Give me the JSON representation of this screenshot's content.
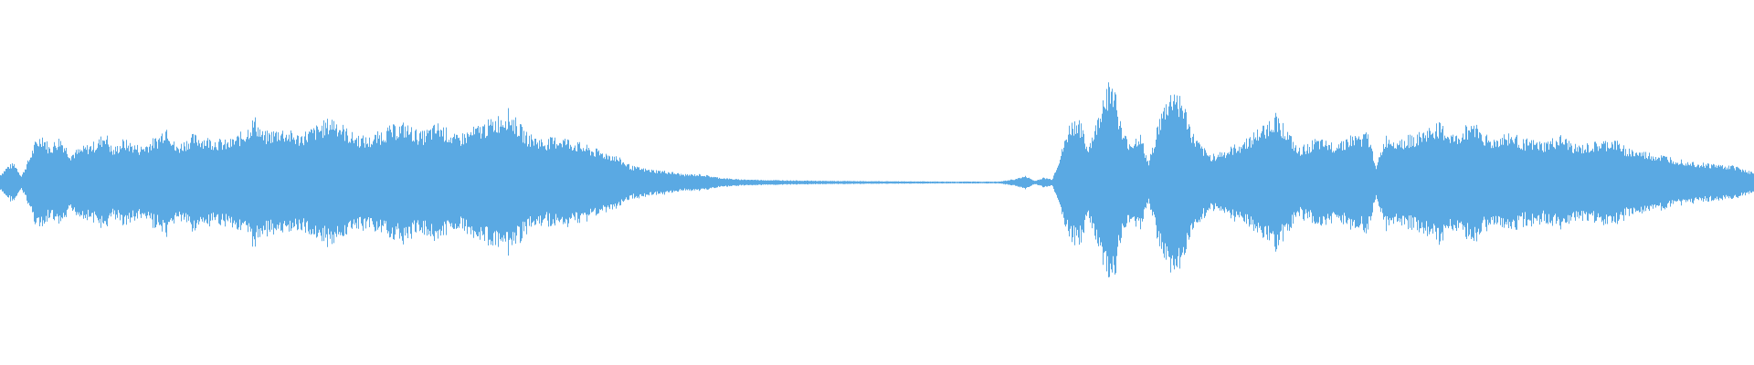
{
  "waveform": {
    "color": "#5aa9e3",
    "background": "#ffffff",
    "amplitude_envelope": [
      [
        0.0,
        0.05
      ],
      [
        0.004,
        0.1
      ],
      [
        0.008,
        0.12
      ],
      [
        0.012,
        0.04
      ],
      [
        0.016,
        0.14
      ],
      [
        0.02,
        0.25
      ],
      [
        0.024,
        0.3
      ],
      [
        0.028,
        0.22
      ],
      [
        0.034,
        0.28
      ],
      [
        0.04,
        0.18
      ],
      [
        0.048,
        0.22
      ],
      [
        0.055,
        0.25
      ],
      [
        0.06,
        0.31
      ],
      [
        0.064,
        0.2
      ],
      [
        0.07,
        0.26
      ],
      [
        0.08,
        0.22
      ],
      [
        0.09,
        0.28
      ],
      [
        0.095,
        0.36
      ],
      [
        0.1,
        0.22
      ],
      [
        0.11,
        0.29
      ],
      [
        0.12,
        0.27
      ],
      [
        0.13,
        0.25
      ],
      [
        0.14,
        0.32
      ],
      [
        0.145,
        0.4
      ],
      [
        0.15,
        0.3
      ],
      [
        0.16,
        0.33
      ],
      [
        0.17,
        0.29
      ],
      [
        0.18,
        0.34
      ],
      [
        0.19,
        0.4
      ],
      [
        0.2,
        0.3
      ],
      [
        0.21,
        0.27
      ],
      [
        0.22,
        0.33
      ],
      [
        0.23,
        0.36
      ],
      [
        0.24,
        0.3
      ],
      [
        0.25,
        0.36
      ],
      [
        0.26,
        0.28
      ],
      [
        0.27,
        0.33
      ],
      [
        0.28,
        0.38
      ],
      [
        0.29,
        0.44
      ],
      [
        0.3,
        0.3
      ],
      [
        0.31,
        0.26
      ],
      [
        0.32,
        0.28
      ],
      [
        0.33,
        0.24
      ],
      [
        0.34,
        0.2
      ],
      [
        0.35,
        0.17
      ],
      [
        0.36,
        0.1
      ],
      [
        0.37,
        0.08
      ],
      [
        0.38,
        0.07
      ],
      [
        0.39,
        0.05
      ],
      [
        0.4,
        0.05
      ],
      [
        0.41,
        0.03
      ],
      [
        0.42,
        0.02
      ],
      [
        0.44,
        0.015
      ],
      [
        0.47,
        0.01
      ],
      [
        0.5,
        0.008
      ],
      [
        0.54,
        0.006
      ],
      [
        0.57,
        0.006
      ],
      [
        0.578,
        0.02
      ],
      [
        0.585,
        0.04
      ],
      [
        0.59,
        0.01
      ],
      [
        0.595,
        0.03
      ],
      [
        0.6,
        0.02
      ],
      [
        0.605,
        0.18
      ],
      [
        0.61,
        0.36
      ],
      [
        0.615,
        0.4
      ],
      [
        0.62,
        0.22
      ],
      [
        0.625,
        0.35
      ],
      [
        0.63,
        0.58
      ],
      [
        0.635,
        0.62
      ],
      [
        0.64,
        0.3
      ],
      [
        0.645,
        0.25
      ],
      [
        0.65,
        0.3
      ],
      [
        0.655,
        0.12
      ],
      [
        0.66,
        0.35
      ],
      [
        0.665,
        0.5
      ],
      [
        0.67,
        0.58
      ],
      [
        0.675,
        0.48
      ],
      [
        0.68,
        0.3
      ],
      [
        0.685,
        0.22
      ],
      [
        0.69,
        0.17
      ],
      [
        0.7,
        0.2
      ],
      [
        0.71,
        0.26
      ],
      [
        0.72,
        0.34
      ],
      [
        0.728,
        0.42
      ],
      [
        0.735,
        0.3
      ],
      [
        0.74,
        0.2
      ],
      [
        0.75,
        0.26
      ],
      [
        0.76,
        0.24
      ],
      [
        0.77,
        0.28
      ],
      [
        0.78,
        0.3
      ],
      [
        0.785,
        0.1
      ],
      [
        0.79,
        0.28
      ],
      [
        0.8,
        0.27
      ],
      [
        0.81,
        0.3
      ],
      [
        0.82,
        0.36
      ],
      [
        0.83,
        0.28
      ],
      [
        0.84,
        0.38
      ],
      [
        0.85,
        0.26
      ],
      [
        0.86,
        0.3
      ],
      [
        0.87,
        0.26
      ],
      [
        0.88,
        0.24
      ],
      [
        0.89,
        0.28
      ],
      [
        0.9,
        0.22
      ],
      [
        0.91,
        0.24
      ],
      [
        0.92,
        0.26
      ],
      [
        0.93,
        0.2
      ],
      [
        0.94,
        0.18
      ],
      [
        0.95,
        0.16
      ],
      [
        0.96,
        0.14
      ],
      [
        0.97,
        0.12
      ],
      [
        0.98,
        0.11
      ],
      [
        0.99,
        0.1
      ],
      [
        1.0,
        0.06
      ]
    ]
  }
}
